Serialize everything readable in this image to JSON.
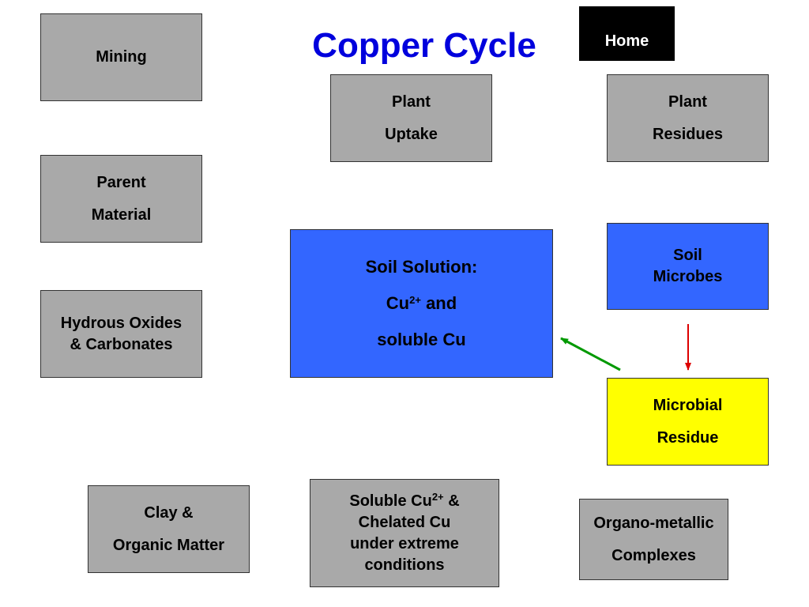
{
  "title": "Copper Cycle",
  "home_button": {
    "label": "Home"
  },
  "colors": {
    "title": "#0000dd",
    "box_gray": "#a9a9a9",
    "box_blue": "#3366ff",
    "box_yellow": "#ffff00",
    "arrow_green": "#009900",
    "arrow_red": "#dd0000"
  },
  "nodes": {
    "mining": {
      "lines": [
        "Mining"
      ]
    },
    "parent_material": {
      "lines": [
        "Parent",
        "Material"
      ]
    },
    "hydrous_oxides": {
      "lines": [
        "Hydrous Oxides",
        "& Carbonates"
      ]
    },
    "plant_uptake": {
      "lines": [
        "Plant",
        "Uptake"
      ]
    },
    "plant_residues": {
      "lines": [
        "Plant",
        "Residues"
      ]
    },
    "soil_solution": {
      "line1": "Soil Solution:",
      "line2_prefix": "Cu",
      "line2_sup": "2+",
      "line2_suffix": " and",
      "line3": "soluble Cu"
    },
    "soil_microbes": {
      "lines": [
        "Soil",
        "Microbes"
      ]
    },
    "microbial_residue": {
      "lines": [
        "Microbial",
        "Residue"
      ]
    },
    "clay_organic": {
      "lines": [
        "Clay &",
        "Organic Matter"
      ]
    },
    "soluble_chelated": {
      "line1_prefix": "Soluble Cu",
      "line1_sup": "2+",
      "line1_suffix": " &",
      "line2": "Chelated Cu",
      "line3": "under extreme",
      "line4": "conditions"
    },
    "organo_metallic": {
      "lines": [
        "Organo-metallic",
        "Complexes"
      ]
    }
  },
  "edges": [
    {
      "from": "microbial_residue",
      "to": "soil_solution",
      "color": "green"
    },
    {
      "from": "soil_microbes",
      "to": "microbial_residue",
      "color": "red"
    }
  ]
}
